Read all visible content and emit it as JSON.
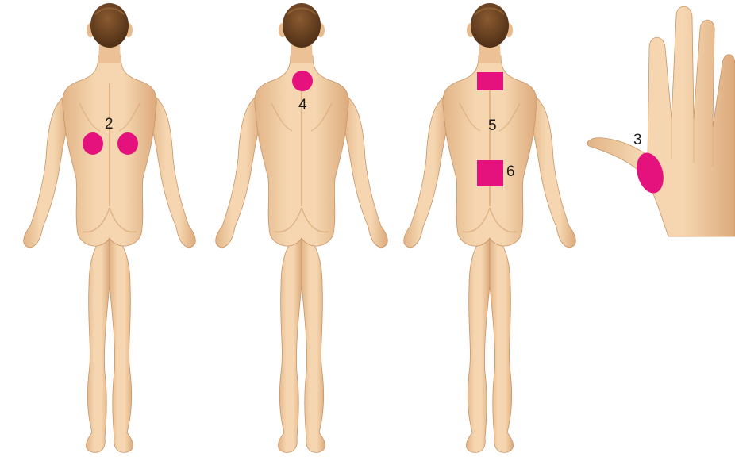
{
  "colors": {
    "skin": "#f1cda3",
    "skin_shadow": "#d9a877",
    "skin_outline": "#c89566",
    "hair": "#5e3a1e",
    "hair_highlight": "#8a5a30",
    "marker": "#e5127d",
    "label": "#1a1a1a",
    "background": "#ffffff"
  },
  "figures": [
    {
      "view": "back",
      "markers": [
        {
          "shape": "ellipse",
          "region": "left-lower-back"
        },
        {
          "shape": "ellipse",
          "region": "right-lower-back"
        }
      ],
      "labels": [
        "2"
      ]
    },
    {
      "view": "back",
      "markers": [
        {
          "shape": "circle",
          "region": "base-of-neck"
        }
      ],
      "labels": [
        "4"
      ]
    },
    {
      "view": "back",
      "markers": [
        {
          "shape": "rectangle",
          "region": "upper-back"
        },
        {
          "shape": "square",
          "region": "lumbar-spine"
        }
      ],
      "labels": [
        "5",
        "6"
      ]
    }
  ],
  "hand": {
    "view": "palm",
    "markers": [
      {
        "shape": "ellipse",
        "region": "thenar-eminence"
      }
    ],
    "labels": [
      "3"
    ]
  }
}
